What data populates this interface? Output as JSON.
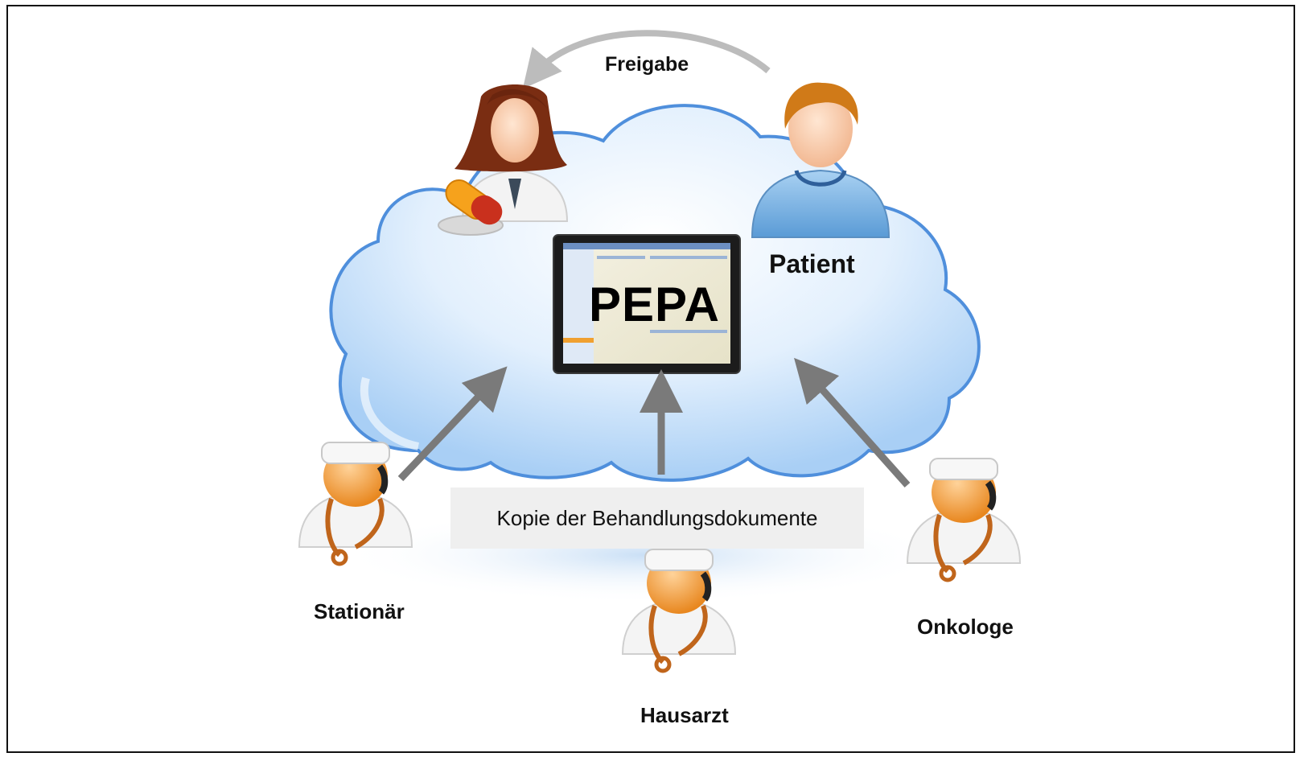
{
  "diagram": {
    "center_label": "PEPA",
    "release_label": "Freigabe",
    "patient_label": "Patient",
    "copy_label": "Kopie der Behandlungsdokumente",
    "doctors": [
      {
        "label": "Stationär"
      },
      {
        "label": "Hausarzt"
      },
      {
        "label": "Onkologe"
      }
    ],
    "icons": {
      "cloud": "cloud-icon",
      "tablet": "tablet-icon",
      "pharmacist": "pharmacist-icon",
      "patient": "patient-icon",
      "doctor": "doctor-icon"
    },
    "colors": {
      "cloud_fill": "#cfe6fb",
      "cloud_outline": "#4f8fdc",
      "arrow": "#7a7a7a",
      "release_arrow": "#bcbcbc",
      "caption_box": "#efefef"
    }
  }
}
